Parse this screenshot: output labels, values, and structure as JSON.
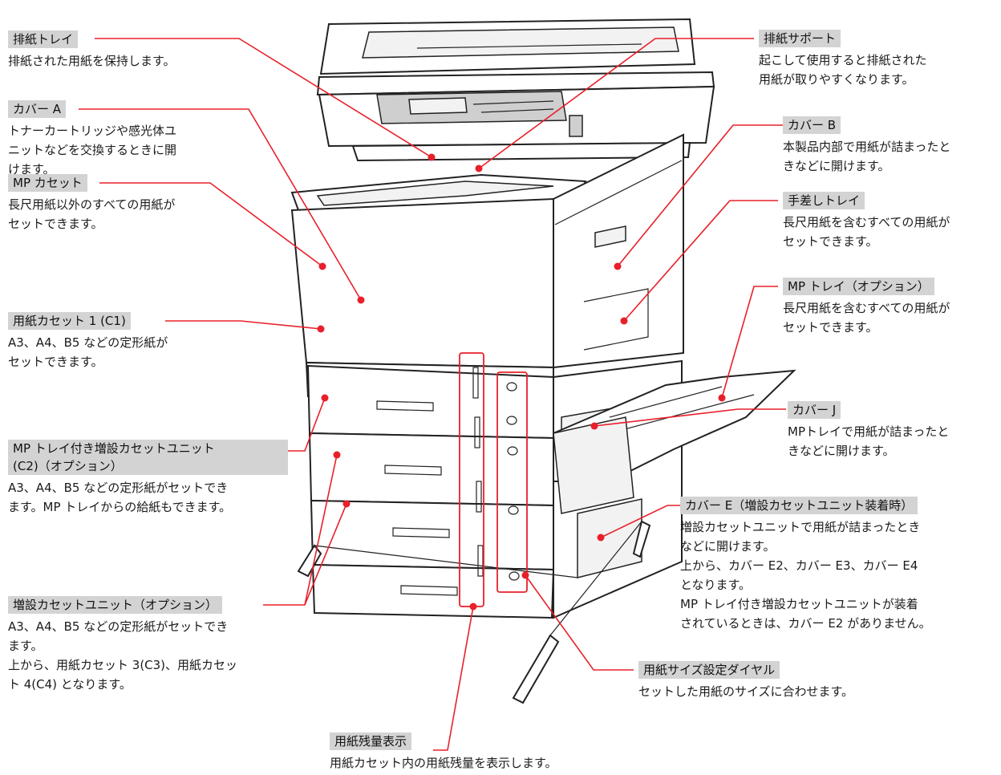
{
  "colors": {
    "leader": "#e8202a",
    "label_bg": "#d3d3d3",
    "text": "#1a1a1a"
  },
  "callouts": [
    {
      "id": "output-tray",
      "label": "排紙トレイ",
      "desc": "排紙された用紙を保持します。"
    },
    {
      "id": "cover-a",
      "label": "カバー A",
      "desc": "トナーカートリッジや感光体ユ\nニットなどを交換するときに開\nけます。"
    },
    {
      "id": "mp-cassette",
      "label": "MP カセット",
      "desc": "長尺用紙以外のすべての用紙が\nセットできます。"
    },
    {
      "id": "paper-cassette-1",
      "label": "用紙カセット 1 (C1)",
      "desc": "A3、A4、B5 などの定形紙が\nセットできます。"
    },
    {
      "id": "mp-tray-cassette-unit",
      "label": "MP トレイ付き増設カセットユニット\n(C2)（オプション）",
      "desc": "A3、A4、B5 などの定形紙がセットでき\nます。MP トレイからの給紙もできます。"
    },
    {
      "id": "extra-cassette-unit",
      "label": "増設カセットユニット（オプション）",
      "desc": "A3、A4、B5 などの定形紙がセットでき\nます。\n上から、用紙カセット 3(C3)、用紙カセッ\nト 4(C4) となります。"
    },
    {
      "id": "paper-level-indicator",
      "label": "用紙残量表示",
      "desc": "用紙カセット内の用紙残量を表示します。"
    },
    {
      "id": "output-support",
      "label": "排紙サポート",
      "desc": "起こして使用すると排紙された\n用紙が取りやすくなります。"
    },
    {
      "id": "cover-b",
      "label": "カバー B",
      "desc": "本製品内部で用紙が詰まったと\nきなどに開けます。"
    },
    {
      "id": "manual-feed-tray",
      "label": "手差しトレイ",
      "desc": "長尺用紙を含むすべての用紙が\nセットできます。"
    },
    {
      "id": "mp-tray-option",
      "label": "MP トレイ（オプション）",
      "desc": "長尺用紙を含むすべての用紙が\nセットできます。"
    },
    {
      "id": "cover-j",
      "label": "カバー J",
      "desc": "MPトレイで用紙が詰まったと\nきなどに開けます。"
    },
    {
      "id": "cover-e",
      "label": "カバー E（増設カセットユニット装着時）",
      "desc": "増設カセットユニットで用紙が詰まったとき\nなどに開けます。\n上から、カバー E2、カバー E3、カバー E4\nとなります。\nMP トレイ付き増設カセットユニットが装着\nされているときは、カバー E2 がありません。"
    },
    {
      "id": "paper-size-dial",
      "label": "用紙サイズ設定ダイヤル",
      "desc": "セットした用紙のサイズに合わせます。"
    }
  ]
}
